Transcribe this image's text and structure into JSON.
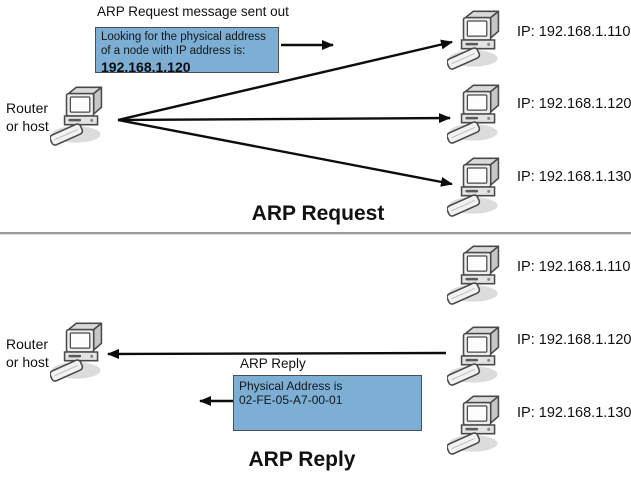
{
  "colors": {
    "message_box_bg": "#7DAED3",
    "message_box_border": "#4F4F4F",
    "arrow": "#0D0D0D",
    "divider": "#9B9B9B",
    "text": "#111111"
  },
  "request_section": {
    "heading": "ARP Request message sent out",
    "message_box": {
      "line1": "Looking for the physical address",
      "line2": "of a node with IP address is:",
      "highlight_ip": "192.168.1.120"
    },
    "router": {
      "label_line1": "Router",
      "label_line2": "or host"
    },
    "nodes": [
      {
        "ip_label": "IP: 192.168.1.110"
      },
      {
        "ip_label": "IP: 192.168.1.120"
      },
      {
        "ip_label": "IP: 192.168.1.130"
      }
    ],
    "title": "ARP Request"
  },
  "reply_section": {
    "router": {
      "label_line1": "Router",
      "label_line2": "or host"
    },
    "message_label": "ARP Reply",
    "message_box": {
      "line1": "Physical Address is",
      "line2": "02-FE-05-A7-00-01"
    },
    "nodes": [
      {
        "ip_label": "IP: 192.168.1.110"
      },
      {
        "ip_label": "IP: 192.168.1.120"
      },
      {
        "ip_label": "IP: 192.168.1.130"
      }
    ],
    "title": "ARP Reply"
  }
}
